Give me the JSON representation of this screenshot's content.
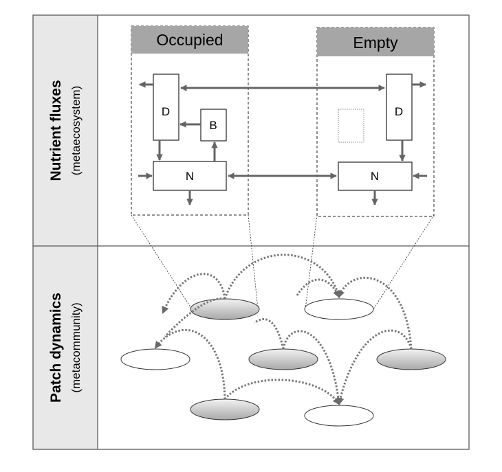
{
  "rows": {
    "top": {
      "title": "Nutrient fluxes",
      "subtitle": "(metaecosystem)"
    },
    "bottom": {
      "title": "Patch dynamics",
      "subtitle": "(metacommunity)"
    }
  },
  "patches": {
    "occupied": {
      "label": "Occupied"
    },
    "empty": {
      "label": "Empty"
    }
  },
  "boxes": {
    "detritus": "D",
    "biomass": "B",
    "nutrient": "N"
  },
  "colors": {
    "sidebar": "#e8e8e8",
    "header": "#a6a6a6",
    "arrow": "#646464",
    "border": "#595959",
    "dotted": "#777777"
  }
}
